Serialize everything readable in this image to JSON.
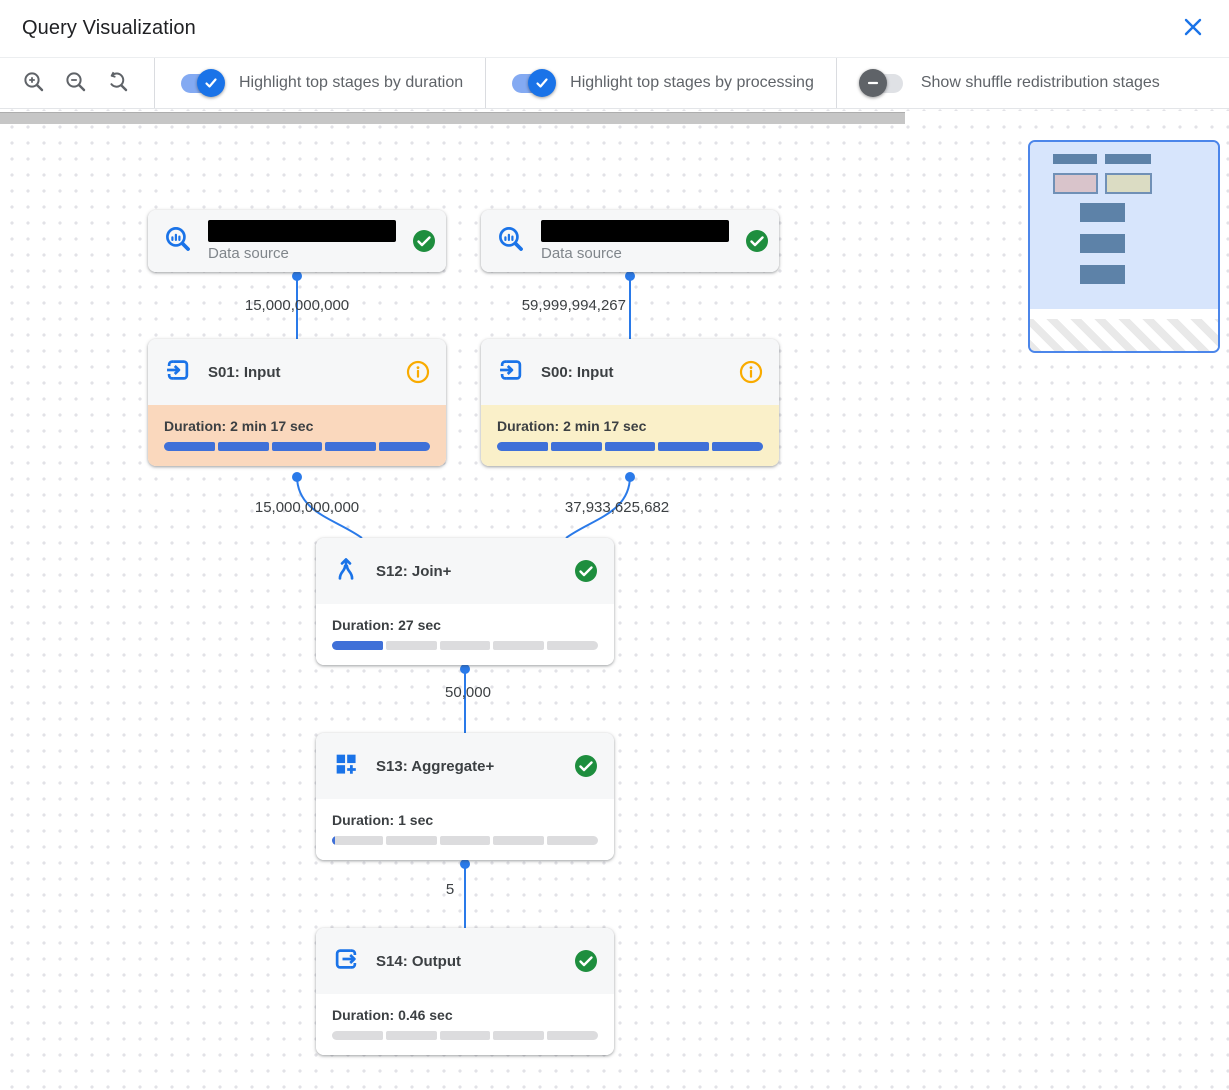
{
  "header": {
    "title": "Query Visualization"
  },
  "icons": {
    "close": "x-cross",
    "zoom_in": "magnifier-plus",
    "zoom_out": "magnifier-minus",
    "zoom_reset": "magnifier-reset-arrow",
    "success": "green-check-circle",
    "info": "orange-info-circle"
  },
  "toolbar": {
    "toggles": [
      {
        "label": "Highlight top stages by duration",
        "state": "on"
      },
      {
        "label": "Highlight top stages by processing",
        "state": "on"
      },
      {
        "label": "Show shuffle redistribution stages",
        "state": "off"
      }
    ]
  },
  "graph": {
    "nodes": [
      {
        "id": "datasource-1",
        "type": "data-source",
        "label": "Data source",
        "name_redacted": true,
        "status": "completed"
      },
      {
        "id": "datasource-2",
        "type": "data-source",
        "label": "Data source",
        "name_redacted": true,
        "status": "completed"
      },
      {
        "id": "s01",
        "type": "stage",
        "title": "S01: Input",
        "status": "info",
        "duration": "Duration: 2 min 17 sec",
        "progress": 1,
        "highlight": "duration"
      },
      {
        "id": "s00",
        "type": "stage",
        "title": "S00: Input",
        "status": "info",
        "duration": "Duration: 2 min 17 sec",
        "progress": 1,
        "highlight": "processing"
      },
      {
        "id": "s12",
        "type": "stage",
        "title": "S12: Join+",
        "status": "completed",
        "duration": "Duration: 27 sec",
        "progress": 0.2,
        "highlight": "none"
      },
      {
        "id": "s13",
        "type": "stage",
        "title": "S13: Aggregate+",
        "status": "completed",
        "duration": "Duration: 1 sec",
        "progress": 0.012,
        "highlight": "none"
      },
      {
        "id": "s14",
        "type": "stage",
        "title": "S14: Output",
        "status": "completed",
        "duration": "Duration: 0.46 sec",
        "progress": 0,
        "highlight": "none"
      }
    ],
    "edges": [
      {
        "from": "datasource-1",
        "to": "s01",
        "label": "15,000,000,000"
      },
      {
        "from": "datasource-2",
        "to": "s00",
        "label": "59,999,994,267"
      },
      {
        "from": "s01",
        "to": "s12",
        "label": "15,000,000,000"
      },
      {
        "from": "s00",
        "to": "s12",
        "label": "37,933,625,682"
      },
      {
        "from": "s12",
        "to": "s13",
        "label": "50,000"
      },
      {
        "from": "s13",
        "to": "s14",
        "label": "5"
      }
    ]
  },
  "colors": {
    "accent_blue": "#1a73e8",
    "edge_blue": "#2a7ae9",
    "progress_blue": "#3f70d8",
    "success_green": "#1e8e3e",
    "warning_orange": "#f9ab00",
    "duration_highlight": "#fad8bd",
    "processing_highlight": "#faf0c9"
  }
}
